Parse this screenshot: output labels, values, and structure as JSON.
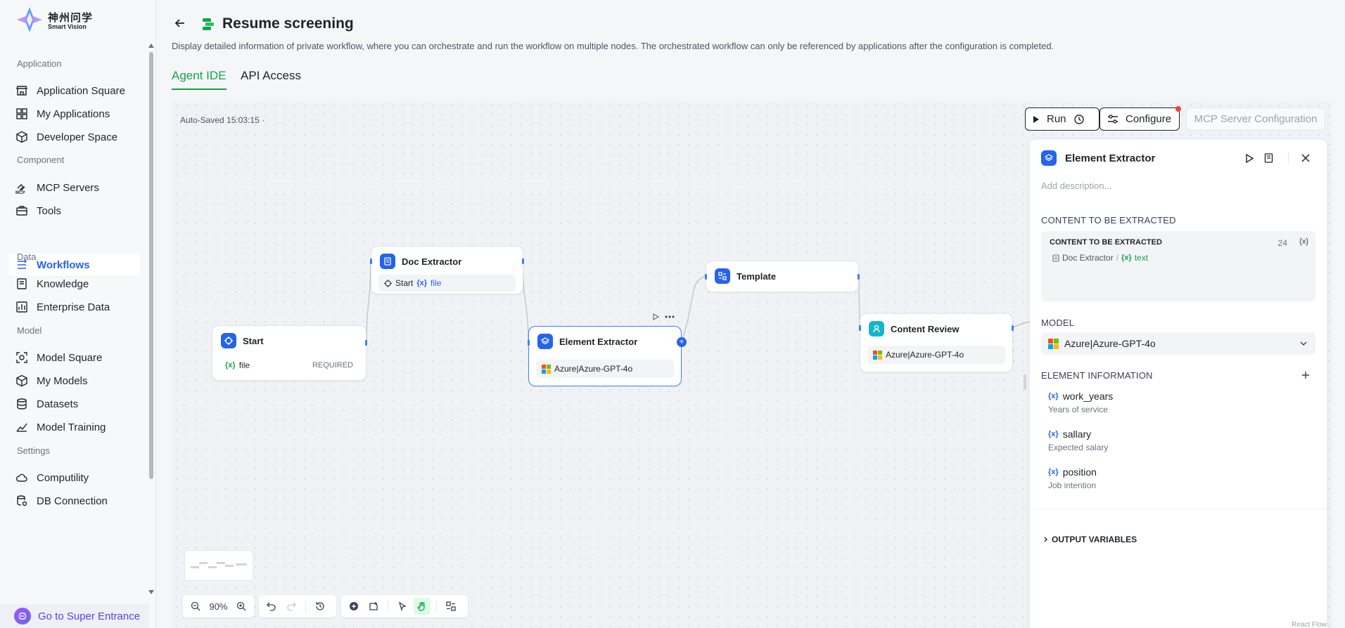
{
  "brand": {
    "name_cn": "神州问学",
    "name_en": "Smart Vision"
  },
  "sidebar": {
    "sections": [
      {
        "label": "Application",
        "items": [
          {
            "label": "Application Square",
            "icon": "store-icon"
          },
          {
            "label": "My Applications",
            "icon": "grid-icon"
          },
          {
            "label": "Developer Space",
            "icon": "cube-icon"
          }
        ]
      },
      {
        "label": "Component",
        "items": [
          {
            "label": "MCP Servers",
            "icon": "mcp-icon"
          },
          {
            "label": "Tools",
            "icon": "toolbox-icon"
          },
          {
            "label": "Workflows",
            "icon": "workflow-icon",
            "active": true
          }
        ]
      },
      {
        "label": "Data",
        "items": [
          {
            "label": "Knowledge",
            "icon": "book-icon"
          },
          {
            "label": "Enterprise Data",
            "icon": "chart-icon"
          }
        ]
      },
      {
        "label": "Model",
        "items": [
          {
            "label": "Model Square",
            "icon": "scan-icon"
          },
          {
            "label": "My Models",
            "icon": "box-icon"
          },
          {
            "label": "Datasets",
            "icon": "database-icon"
          },
          {
            "label": "Model Training",
            "icon": "training-icon"
          }
        ]
      },
      {
        "label": "Settings",
        "items": [
          {
            "label": "Computility",
            "icon": "cloud-icon"
          },
          {
            "label": "DB Connection",
            "icon": "db-icon"
          }
        ]
      }
    ],
    "super_entrance": "Go to Super Entrance"
  },
  "header": {
    "title": "Resume screening",
    "description": "Display detailed information of private workflow, where you can orchestrate and run the workflow on multiple nodes. The orchestrated workflow can only be referenced by applications after the configuration is completed.",
    "tabs": [
      {
        "label": "Agent IDE",
        "active": true
      },
      {
        "label": "API Access",
        "active": false
      }
    ]
  },
  "canvas": {
    "autosaved": "Auto-Saved 15:03:15 ·",
    "run_label": "Run",
    "configure_label": "Configure",
    "mcp_config_label": "MCP Server Configuration",
    "nodes": {
      "start": {
        "title": "Start",
        "var": "file",
        "var_tag": "{x}",
        "required": "REQUIRED"
      },
      "doc_extractor": {
        "title": "Doc Extractor",
        "src": "Start",
        "var": "file",
        "var_tag": "{x}"
      },
      "element_extractor": {
        "title": "Element Extractor",
        "model": "Azure|Azure-GPT-4o"
      },
      "template": {
        "title": "Template"
      },
      "content_review": {
        "title": "Content Review",
        "model": "Azure|Azure-GPT-4o"
      }
    },
    "toolbar": {
      "zoom": "90%"
    },
    "attribution": "React Flow"
  },
  "panel": {
    "title": "Element Extractor",
    "description_placeholder": "Add description...",
    "content_section": "CONTENT TO BE EXTRACTED",
    "content_box_title": "CONTENT TO BE EXTRACTED",
    "content_count": "24",
    "content_var_tag": "{x}",
    "content_source": "Doc Extractor",
    "content_sep": "/",
    "content_var": "text",
    "model_section": "MODEL",
    "model_value": "Azure|Azure-GPT-4o",
    "element_section": "ELEMENT INFORMATION",
    "elements": [
      {
        "tag": "{x}",
        "name": "work_years",
        "desc": "Years of service"
      },
      {
        "tag": "{x}",
        "name": "sallary",
        "desc": "Expected salary"
      },
      {
        "tag": "{x}",
        "name": "position",
        "desc": "Job intention"
      }
    ],
    "output_section": "OUTPUT VARIABLES"
  },
  "colors": {
    "accent": "#2563eb",
    "tab_active": "#16a34a",
    "node_blue": "#2563eb",
    "node_teal": "#14b8c4"
  }
}
